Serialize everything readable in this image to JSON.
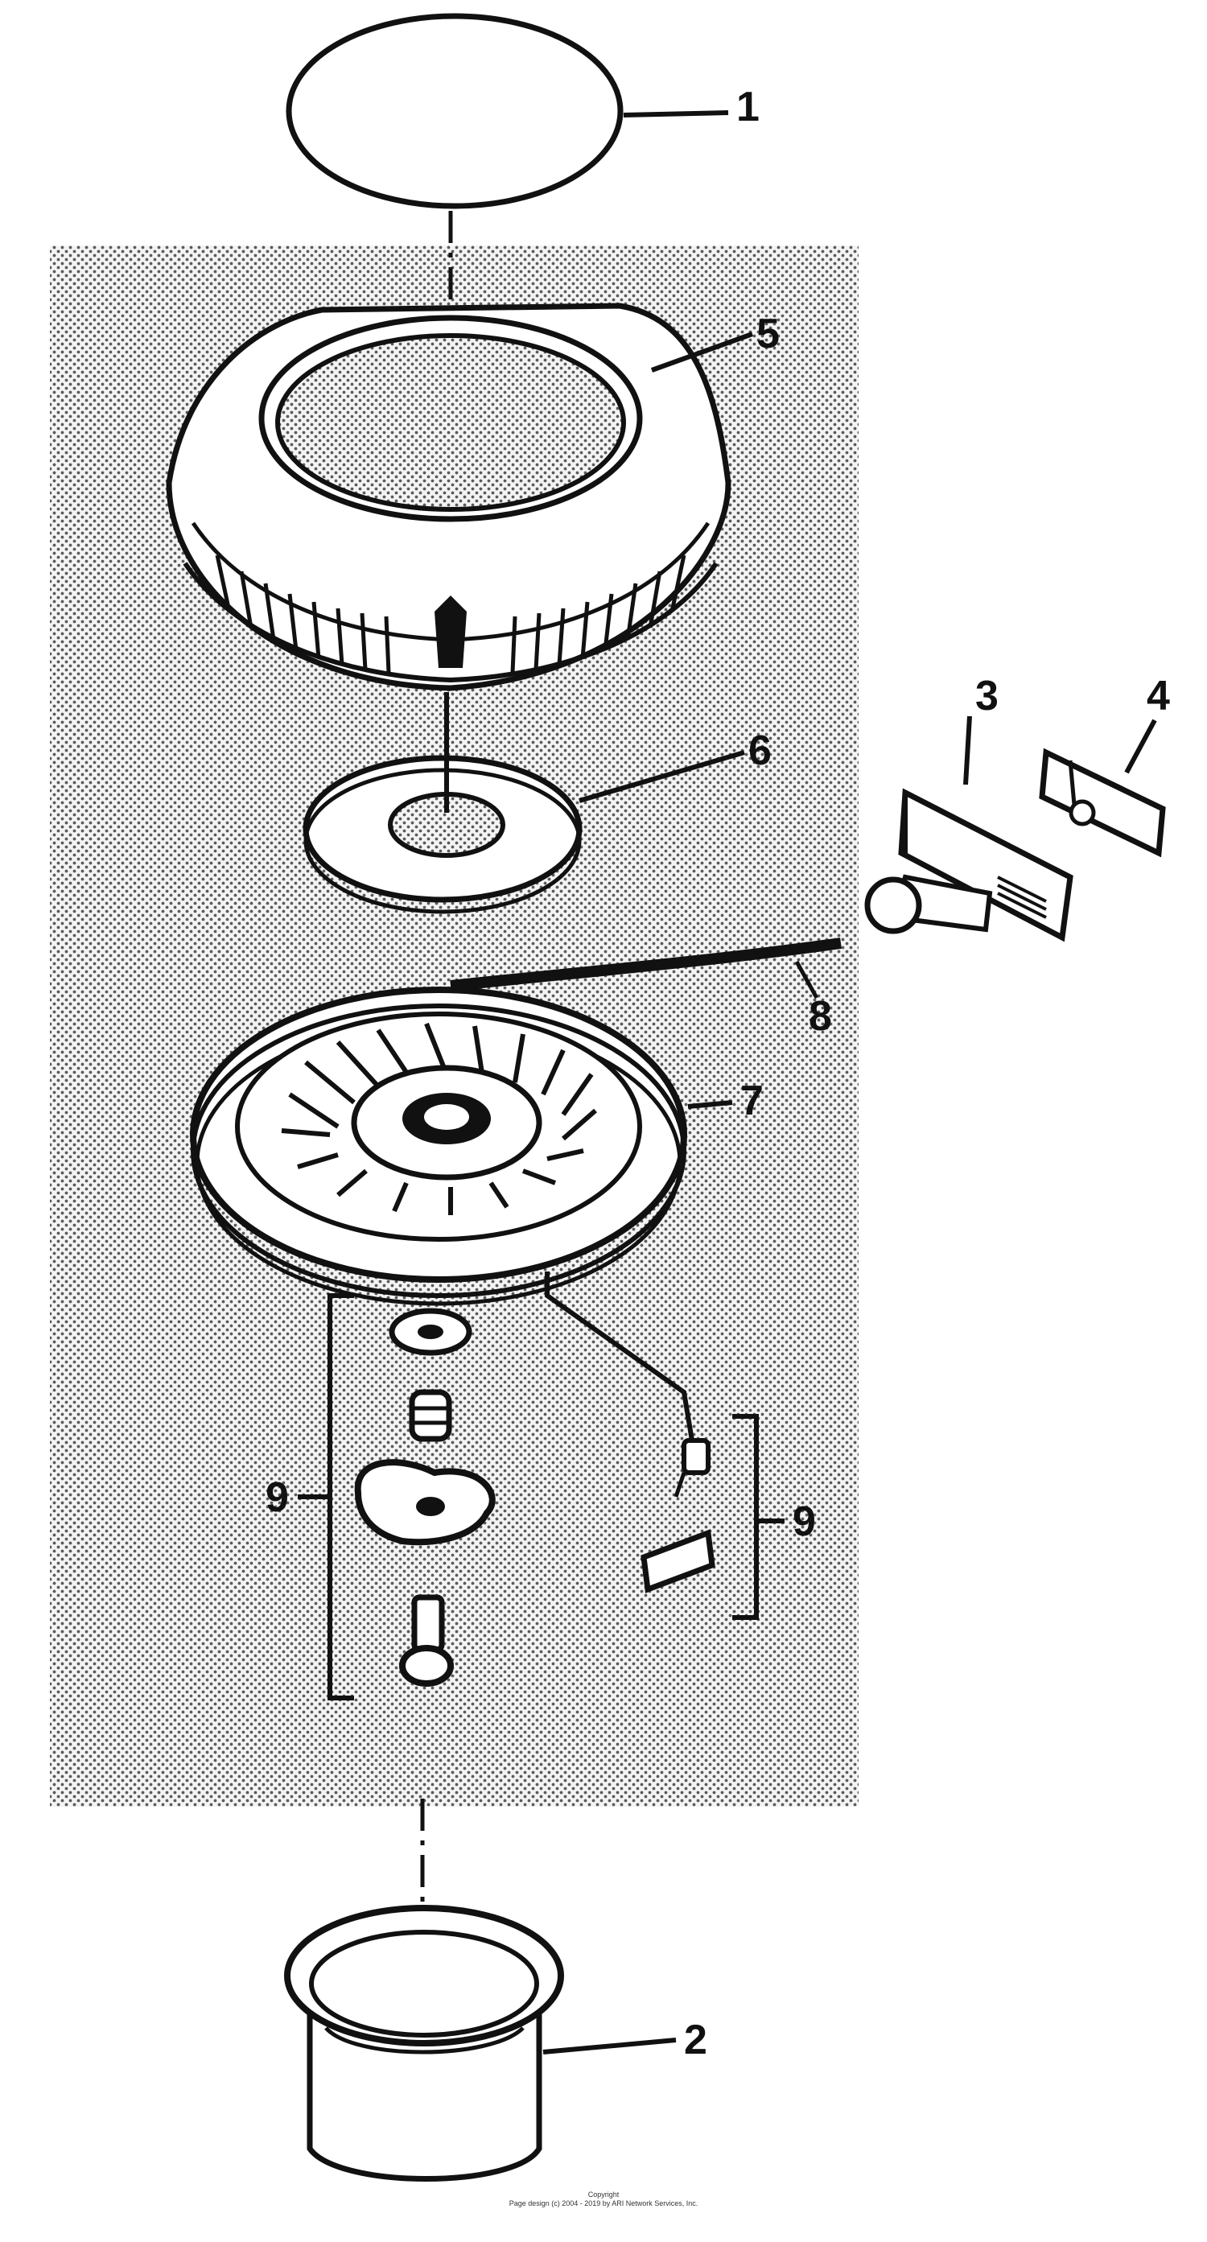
{
  "diagram": {
    "callouts": {
      "part_1": "1",
      "part_2": "2",
      "part_3": "3",
      "part_4": "4",
      "part_5": "5",
      "part_6": "6",
      "part_7": "7",
      "part_8": "8",
      "part_9_left": "9",
      "part_9_right": "9"
    }
  },
  "footer": {
    "line1": "Copyright",
    "line2": "Page design (c) 2004 - 2019 by ARI Network Services, Inc."
  },
  "colors": {
    "ink": "#111111",
    "shading": "#9a9a9a",
    "background": "#ffffff"
  }
}
